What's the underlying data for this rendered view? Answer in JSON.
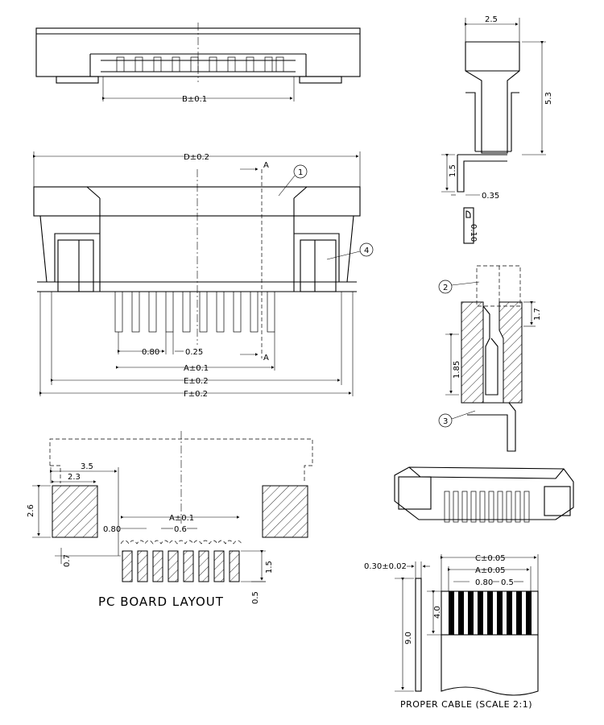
{
  "dimensions": {
    "b_tol": "B±0.1",
    "d_tol": "D±0.2",
    "a_tol": "A±0.1",
    "e_tol": "E±0.2",
    "f_tol": "F±0.2",
    "pitch_080": "0.80",
    "pad_025": "0.25",
    "width_25": "2.5",
    "height_53": "5.3",
    "tail_15": "1.5",
    "thick_035": "0.35",
    "plate_010": "0.10",
    "latch_17": "1.7",
    "contact_185": "1.85",
    "pcb_35": "3.5",
    "pcb_23": "2.3",
    "pcb_26": "2.6",
    "pcb_080": "0.80",
    "pcb_06": "0.6",
    "pcb_07": "0.7",
    "pcb_15": "1.5",
    "pcb_05": "0.5",
    "pcb_a_tol": "A±0.1",
    "cable_c": "C±0.05",
    "cable_a": "A±0.05",
    "cable_080": "0.80",
    "cable_05": "0.5",
    "cable_thk": "0.30±0.02",
    "cable_40": "4.0",
    "cable_90": "9.0"
  },
  "section_marks": {
    "a_top": "A",
    "a_bottom": "A"
  },
  "callouts": [
    "1",
    "2",
    "3",
    "4"
  ],
  "captions": {
    "pcb_layout": "PC BOARD LAYOUT",
    "proper_cable": "PROPER CABLE (SCALE 2:1)"
  }
}
